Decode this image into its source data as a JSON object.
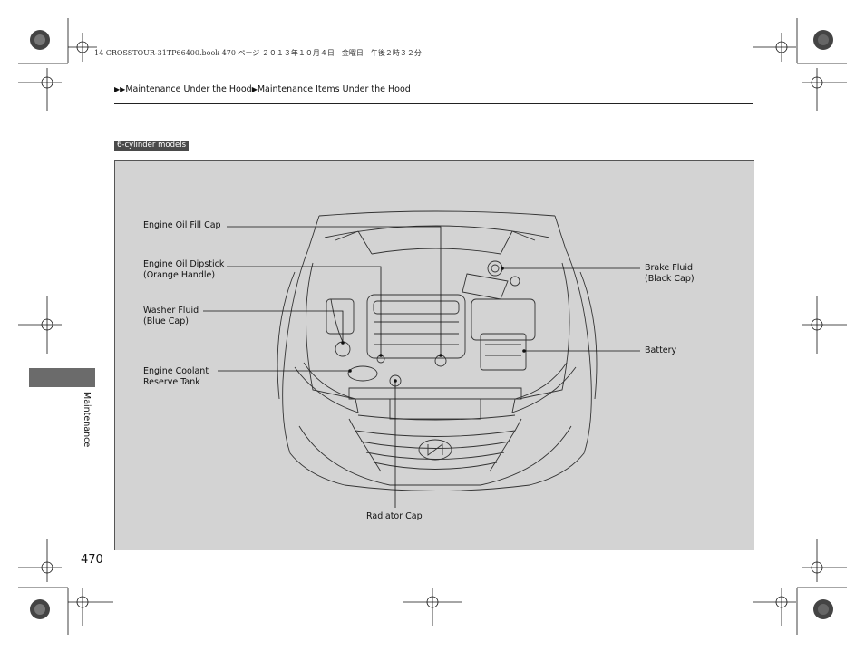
{
  "print_header": "14 CROSSTOUR-31TP66400.book  470 ページ  ２０１３年１０月４日　金曜日　午後２時３２分",
  "breadcrumb": {
    "level1": "Maintenance Under the Hood",
    "level2": "Maintenance Items Under the Hood"
  },
  "model_badge": "6-cylinder models",
  "callouts": {
    "engine_oil_fill_cap": "Engine Oil Fill Cap",
    "engine_oil_dipstick_1": "Engine Oil Dipstick",
    "engine_oil_dipstick_2": "(Orange Handle)",
    "washer_fluid_1": "Washer Fluid",
    "washer_fluid_2": "(Blue Cap)",
    "engine_coolant_1": "Engine Coolant",
    "engine_coolant_2": "Reserve Tank",
    "brake_fluid_1": "Brake Fluid",
    "brake_fluid_2": "(Black Cap)",
    "battery": "Battery",
    "radiator_cap": "Radiator Cap"
  },
  "side_tab_label": "Maintenance",
  "page_number": "470",
  "colors": {
    "panel_bg": "#d3d3d3",
    "badge_bg": "#4a4a4a",
    "side_tab": "#6b6b6b"
  }
}
